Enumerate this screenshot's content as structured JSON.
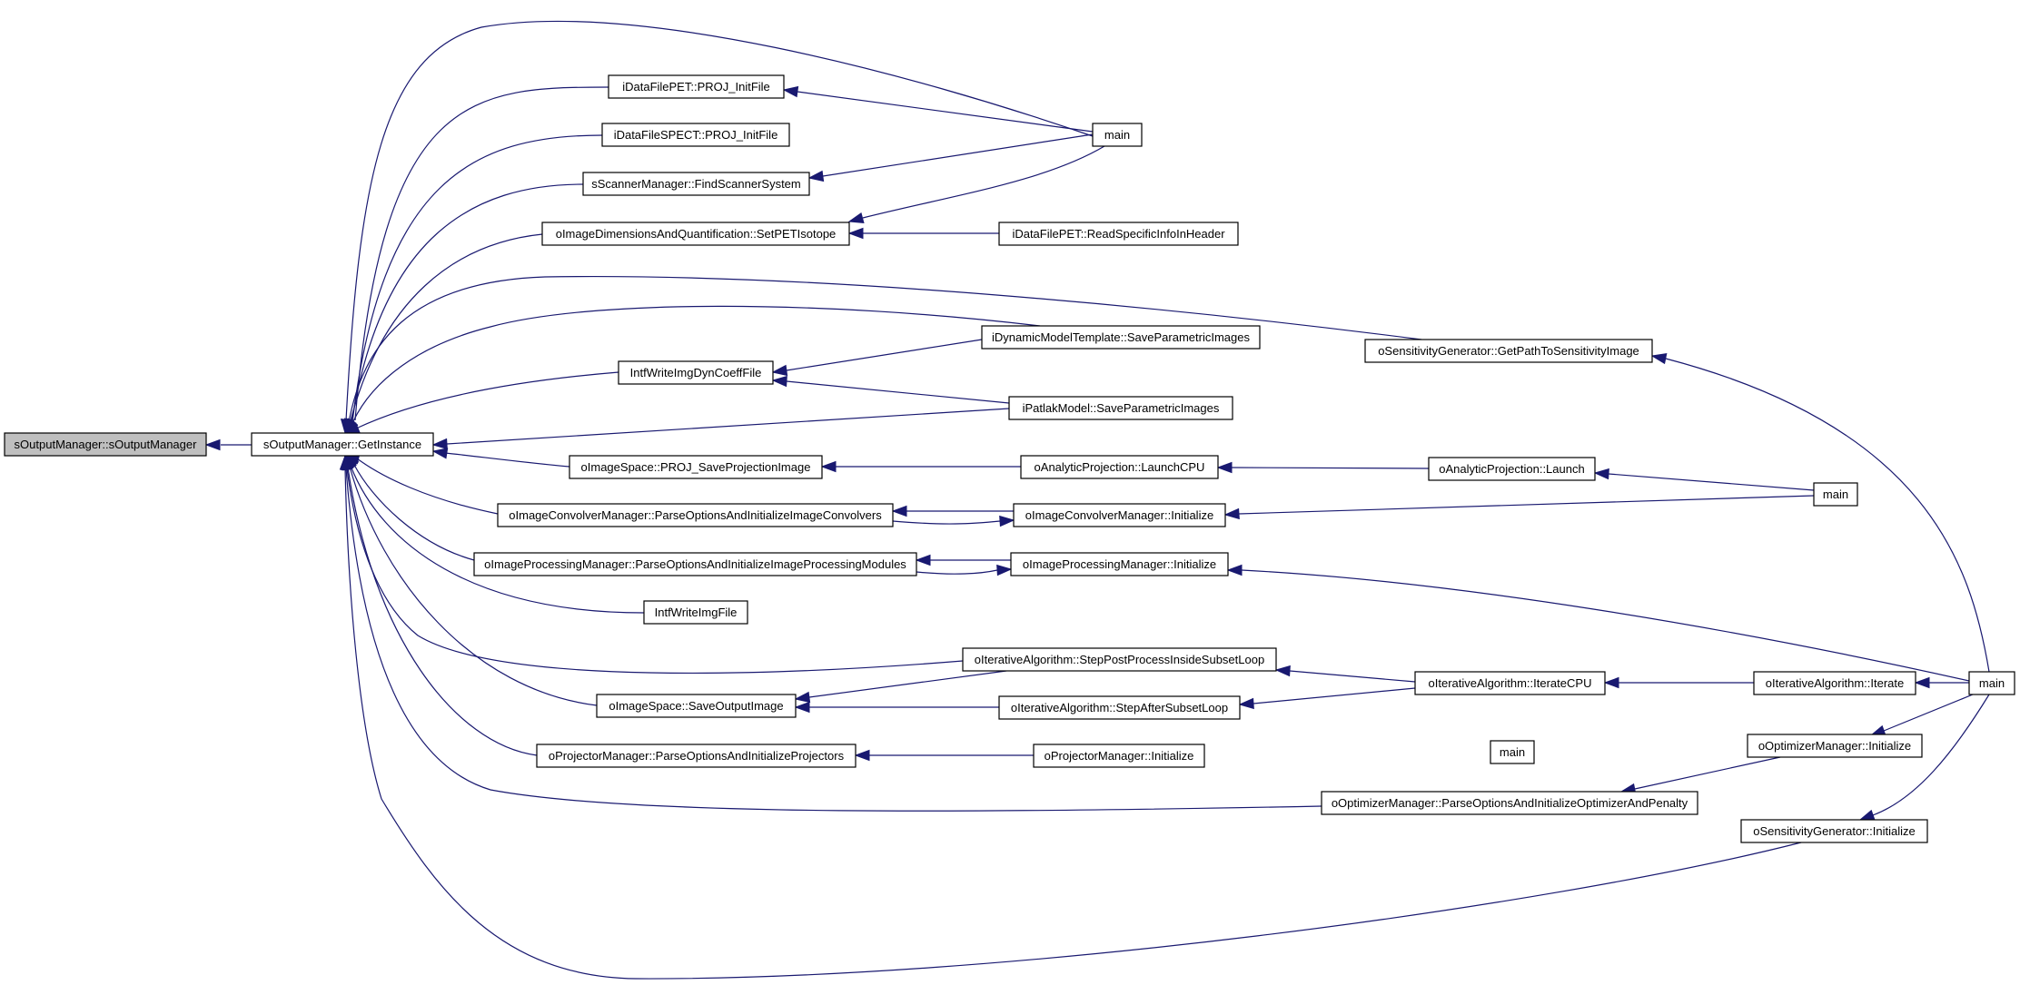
{
  "colors": {
    "edge": "#191970",
    "node_fill": "#ffffff",
    "node_highlight_fill": "#bfbfbf",
    "node_border": "#000000"
  },
  "nodes": [
    {
      "id": "n0",
      "label": "sOutputManager::sOutputManager",
      "highlighted": true
    },
    {
      "id": "n1",
      "label": "sOutputManager::GetInstance"
    },
    {
      "id": "n2",
      "label": "iDataFilePET::PROJ_InitFile"
    },
    {
      "id": "n3",
      "label": "iDataFileSPECT::PROJ_InitFile"
    },
    {
      "id": "n4",
      "label": "sScannerManager::FindScannerSystem"
    },
    {
      "id": "n5",
      "label": "oImageDimensionsAndQuantification::SetPETIsotope"
    },
    {
      "id": "n6",
      "label": "IntfWriteImgDynCoeffFile"
    },
    {
      "id": "n7",
      "label": "oImageSpace::PROJ_SaveProjectionImage"
    },
    {
      "id": "n8",
      "label": "oImageConvolverManager::ParseOptionsAndInitializeImageConvolvers"
    },
    {
      "id": "n9",
      "label": "oImageProcessingManager::ParseOptionsAndInitializeImageProcessingModules"
    },
    {
      "id": "n10",
      "label": "IntfWriteImgFile"
    },
    {
      "id": "n11",
      "label": "oImageSpace::SaveOutputImage"
    },
    {
      "id": "n12",
      "label": "oProjectorManager::ParseOptionsAndInitializeProjectors"
    },
    {
      "id": "n13",
      "label": "main"
    },
    {
      "id": "n14",
      "label": "iDataFilePET::ReadSpecificInfoInHeader"
    },
    {
      "id": "n15",
      "label": "iDynamicModelTemplate::SaveParametricImages"
    },
    {
      "id": "n16",
      "label": "iPatlakModel::SaveParametricImages"
    },
    {
      "id": "n17",
      "label": "oAnalyticProjection::LaunchCPU"
    },
    {
      "id": "n18",
      "label": "oImageConvolverManager::Initialize"
    },
    {
      "id": "n19",
      "label": "oImageProcessingManager::Initialize"
    },
    {
      "id": "n20",
      "label": "oIterativeAlgorithm::StepPostProcessInsideSubsetLoop"
    },
    {
      "id": "n21",
      "label": "oIterativeAlgorithm::StepAfterSubsetLoop"
    },
    {
      "id": "n22",
      "label": "oProjectorManager::Initialize"
    },
    {
      "id": "n23",
      "label": "oSensitivityGenerator::GetPathToSensitivityImage"
    },
    {
      "id": "n24",
      "label": "oAnalyticProjection::Launch"
    },
    {
      "id": "n25",
      "label": "oIterativeAlgorithm::IterateCPU"
    },
    {
      "id": "n26",
      "label": "main"
    },
    {
      "id": "n27",
      "label": "oOptimizerManager::ParseOptionsAndInitializeOptimizerAndPenalty"
    },
    {
      "id": "n28",
      "label": "main"
    },
    {
      "id": "n29",
      "label": "oIterativeAlgorithm::Iterate"
    },
    {
      "id": "n30",
      "label": "oOptimizerManager::Initialize"
    },
    {
      "id": "n31",
      "label": "oSensitivityGenerator::Initialize"
    },
    {
      "id": "n32",
      "label": "main"
    }
  ],
  "edges": [
    {
      "from": "n1",
      "to": "n0"
    },
    {
      "from": "n2",
      "to": "n1"
    },
    {
      "from": "n3",
      "to": "n1"
    },
    {
      "from": "n4",
      "to": "n1"
    },
    {
      "from": "n5",
      "to": "n1"
    },
    {
      "from": "n6",
      "to": "n1"
    },
    {
      "from": "n7",
      "to": "n1"
    },
    {
      "from": "n8",
      "to": "n1"
    },
    {
      "from": "n9",
      "to": "n1"
    },
    {
      "from": "n10",
      "to": "n1"
    },
    {
      "from": "n11",
      "to": "n1"
    },
    {
      "from": "n12",
      "to": "n1"
    },
    {
      "from": "n13",
      "to": "n1"
    },
    {
      "from": "n15",
      "to": "n1"
    },
    {
      "from": "n16",
      "to": "n1"
    },
    {
      "from": "n20",
      "to": "n1"
    },
    {
      "from": "n23",
      "to": "n1"
    },
    {
      "from": "n27",
      "to": "n1"
    },
    {
      "from": "n31",
      "to": "n1"
    },
    {
      "from": "n13",
      "to": "n2"
    },
    {
      "from": "n13",
      "to": "n4"
    },
    {
      "from": "n13",
      "to": "n5"
    },
    {
      "from": "n14",
      "to": "n5"
    },
    {
      "from": "n15",
      "to": "n6"
    },
    {
      "from": "n16",
      "to": "n6"
    },
    {
      "from": "n17",
      "to": "n7"
    },
    {
      "from": "n18",
      "to": "n8"
    },
    {
      "from": "n8",
      "to": "n18"
    },
    {
      "from": "n19",
      "to": "n9"
    },
    {
      "from": "n9",
      "to": "n19"
    },
    {
      "from": "n20",
      "to": "n11"
    },
    {
      "from": "n21",
      "to": "n11"
    },
    {
      "from": "n22",
      "to": "n12"
    },
    {
      "from": "n24",
      "to": "n17"
    },
    {
      "from": "n26",
      "to": "n18"
    },
    {
      "from": "n32",
      "to": "n19"
    },
    {
      "from": "n25",
      "to": "n20"
    },
    {
      "from": "n25",
      "to": "n21"
    },
    {
      "from": "n28",
      "to": "n22"
    },
    {
      "from": "n32",
      "to": "n23"
    },
    {
      "from": "n26",
      "to": "n24"
    },
    {
      "from": "n29",
      "to": "n25"
    },
    {
      "from": "n30",
      "to": "n27"
    },
    {
      "from": "n32",
      "to": "n29"
    },
    {
      "from": "n32",
      "to": "n30"
    },
    {
      "from": "n32",
      "to": "n31"
    }
  ]
}
